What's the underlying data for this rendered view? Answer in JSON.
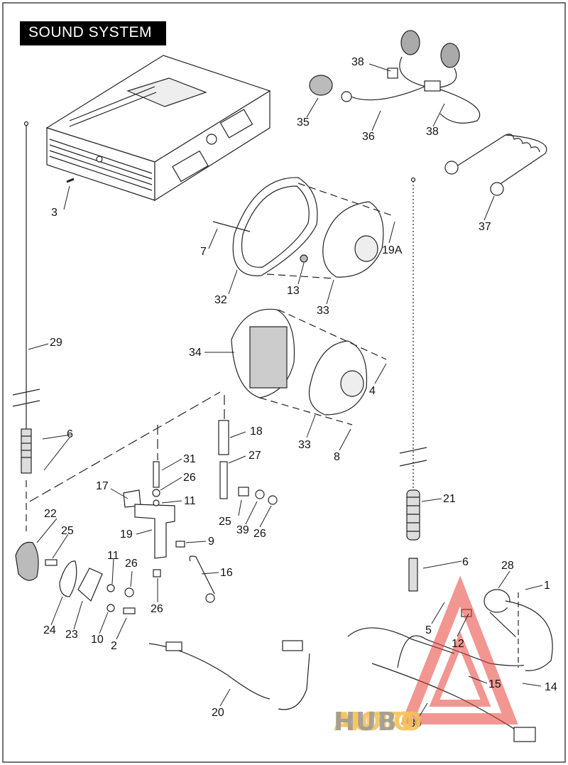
{
  "title": "SOUND SYSTEM",
  "watermark": {
    "part1": "AUTO",
    "part2": "MOTO",
    "part3": "HUB",
    "logo_color": "#e8413a"
  },
  "callouts": {
    "c1": "1",
    "c2": "2",
    "c3": "3",
    "c4": "4",
    "c5": "5",
    "c6a": "6",
    "c6b": "6",
    "c7": "7",
    "c8": "8",
    "c9": "9",
    "c10": "10",
    "c11a": "11",
    "c11b": "11",
    "c12": "12",
    "c13": "13",
    "c14": "14",
    "c15": "15",
    "c16": "16",
    "c17": "17",
    "c18": "18",
    "c19": "19",
    "c19a": "19A",
    "c20": "20",
    "c21": "21",
    "c22": "22",
    "c23": "23",
    "c24": "24",
    "c25a": "25",
    "c25b": "25",
    "c26a": "26",
    "c26b": "26",
    "c26c": "26",
    "c26d": "26",
    "c27": "27",
    "c28": "28",
    "c29": "29",
    "c30": "30",
    "c31": "31",
    "c32": "32",
    "c33a": "33",
    "c33b": "33",
    "c34": "34",
    "c35": "35",
    "c36": "36",
    "c37": "37",
    "c38a": "38",
    "c38b": "38",
    "c39": "39"
  }
}
